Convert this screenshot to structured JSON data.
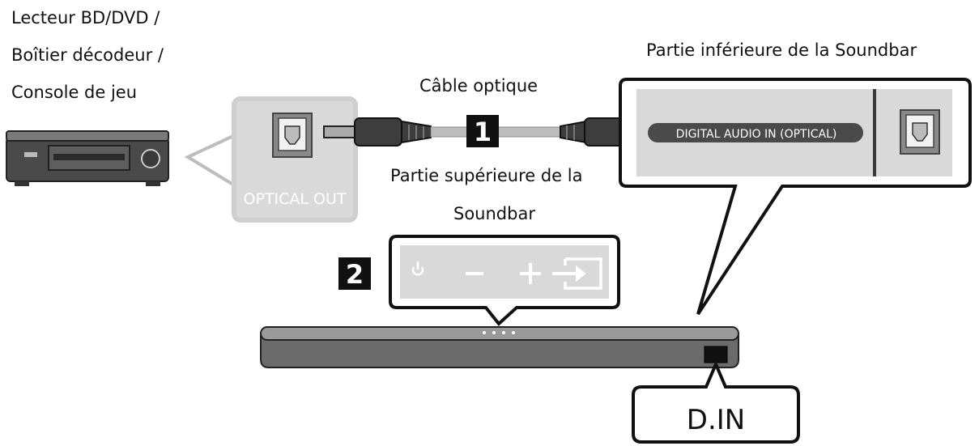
{
  "source_device": {
    "line1": "Lecteur BD/DVD /",
    "line2": "Boîtier décodeur /",
    "line3": "Console de jeu"
  },
  "source_port": {
    "label": "OPTICAL OUT"
  },
  "cable": {
    "label": "Câble optique",
    "step": "1"
  },
  "soundbar_bottom": {
    "title": "Partie inférieure de la Soundbar",
    "port_label": "DIGITAL AUDIO IN (OPTICAL)"
  },
  "soundbar_top": {
    "title_line1": "Partie supérieure de la",
    "title_line2": "Soundbar",
    "step": "2"
  },
  "callout": {
    "label": "D.IN"
  },
  "colors": {
    "panel": "#d9d9d9",
    "device": "#4a4a4a",
    "callout_border": "#111111",
    "badge": "#111111"
  },
  "icons": [
    "power-icon",
    "minus-icon",
    "plus-icon",
    "input-source-icon",
    "optical-port-icon"
  ]
}
